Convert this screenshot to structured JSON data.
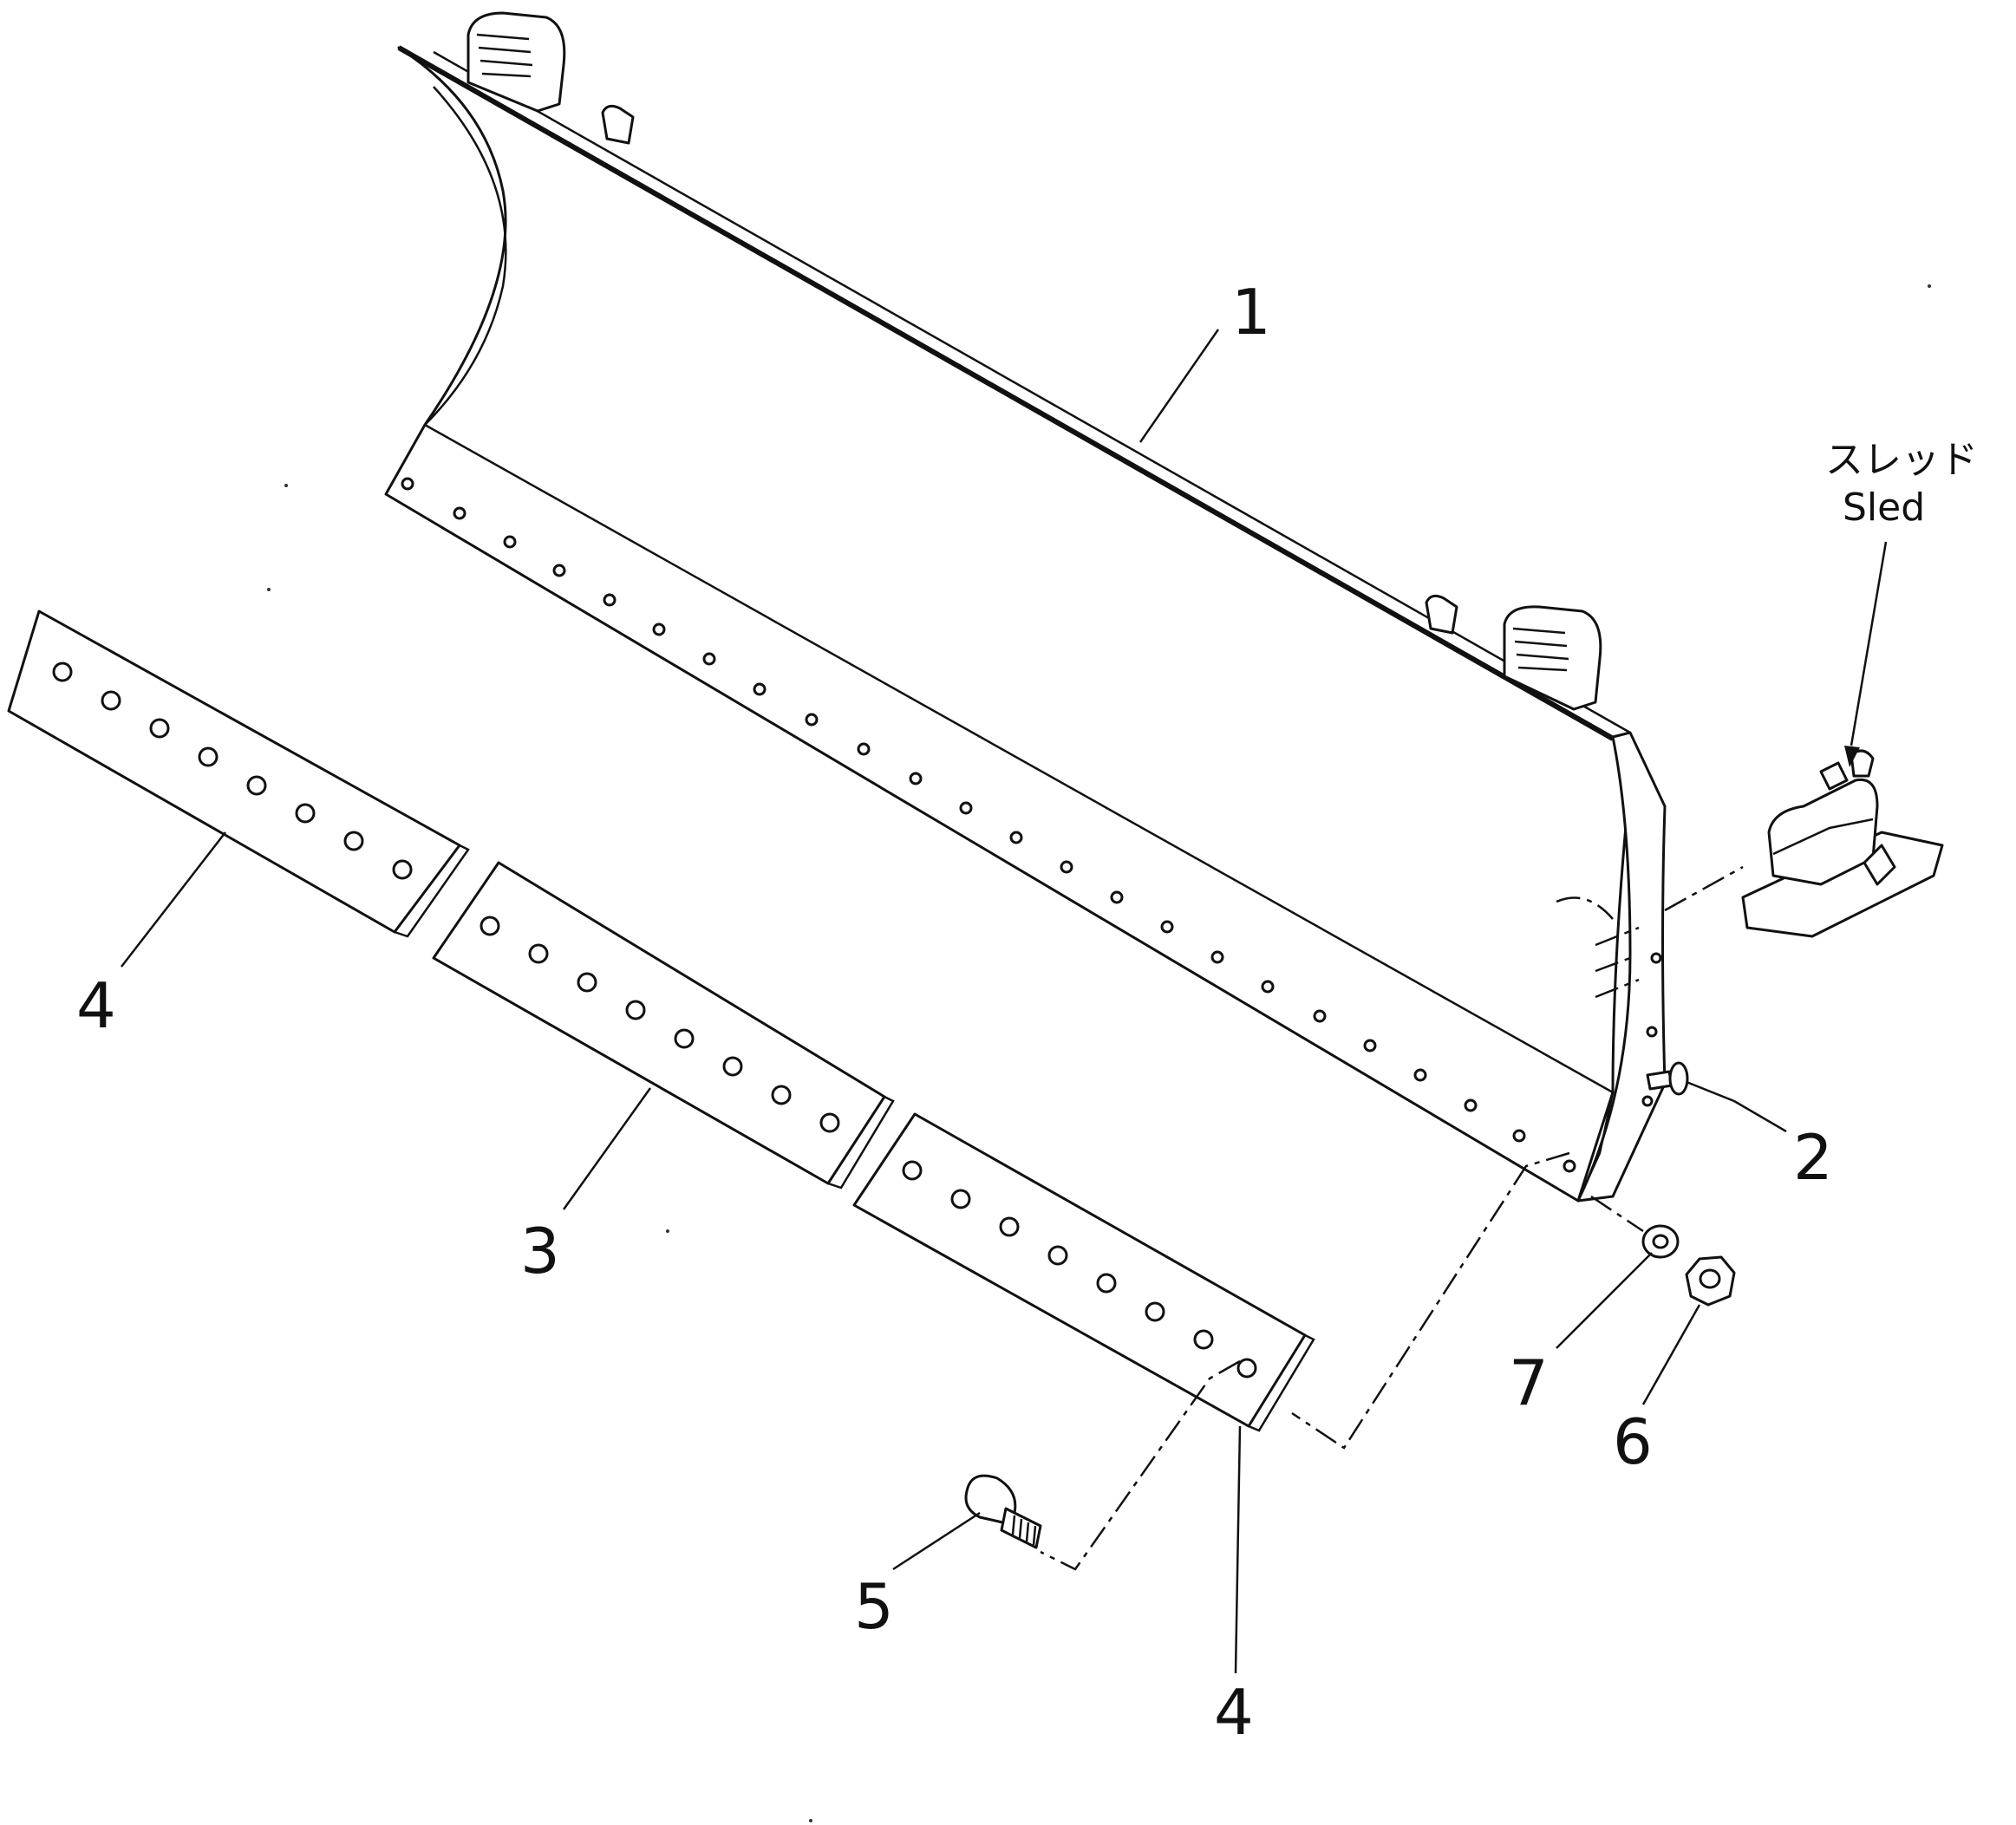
{
  "diagram": {
    "callouts": [
      "1",
      "2",
      "3",
      "4",
      "4",
      "5",
      "6",
      "7"
    ],
    "sled_label": {
      "japanese": "スレッド",
      "english": "Sled"
    }
  }
}
